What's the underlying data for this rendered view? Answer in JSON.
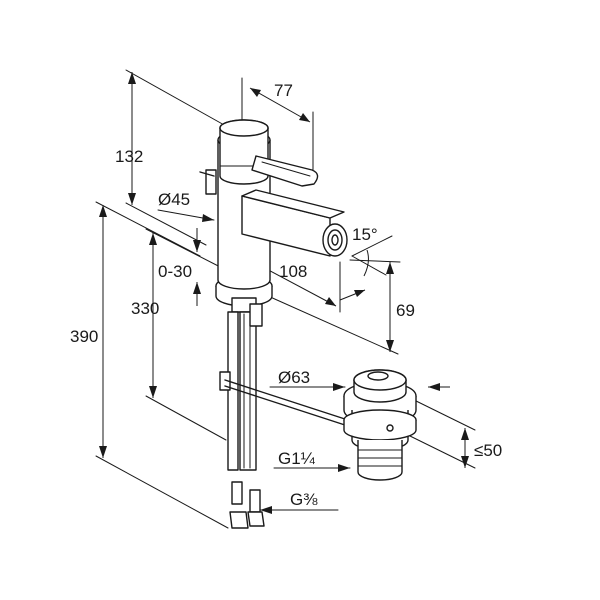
{
  "dimensions": {
    "handle_reach": "77",
    "top_height": "132",
    "body_diameter": "Ø45",
    "spout_angle": "15°",
    "lift_rod_range": "0-30",
    "spout_reach": "108",
    "height_330": "330",
    "spout_height": "69",
    "overall_height": "390",
    "waste_diameter": "Ø63",
    "waste_thread": "G1¼",
    "waste_depth": "≤50",
    "supply_thread": "G⅜"
  }
}
